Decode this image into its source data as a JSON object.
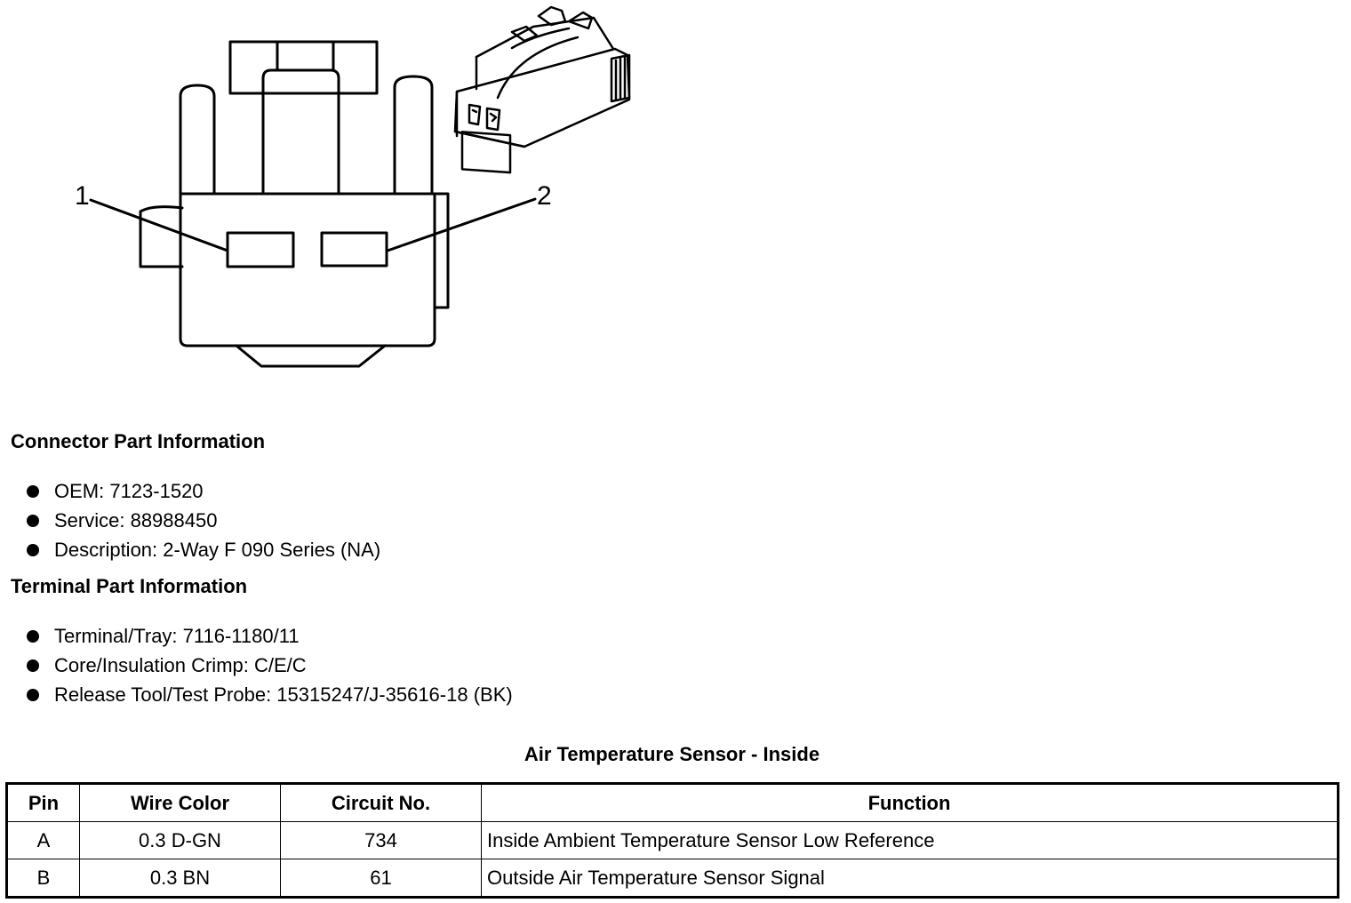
{
  "diagram": {
    "pin_labels": [
      "1",
      "2"
    ]
  },
  "connector_info": {
    "heading": "Connector Part Information",
    "items": [
      "OEM: 7123-1520",
      "Service: 88988450",
      "Description: 2-Way F 090 Series (NA)"
    ]
  },
  "terminal_info": {
    "heading": "Terminal Part Information",
    "items": [
      "Terminal/Tray: 7116-1180/11",
      "Core/Insulation Crimp: C/E/C",
      "Release Tool/Test Probe: 15315247/J-35616-18 (BK)"
    ]
  },
  "table": {
    "title": "Air Temperature Sensor - Inside",
    "headers": [
      "Pin",
      "Wire Color",
      "Circuit No.",
      "Function"
    ],
    "rows": [
      [
        "A",
        "0.3 D-GN",
        "734",
        "Inside Ambient Temperature Sensor Low Reference"
      ],
      [
        "B",
        "0.3 BN",
        "61",
        "Outside Air Temperature Sensor Signal"
      ]
    ]
  }
}
